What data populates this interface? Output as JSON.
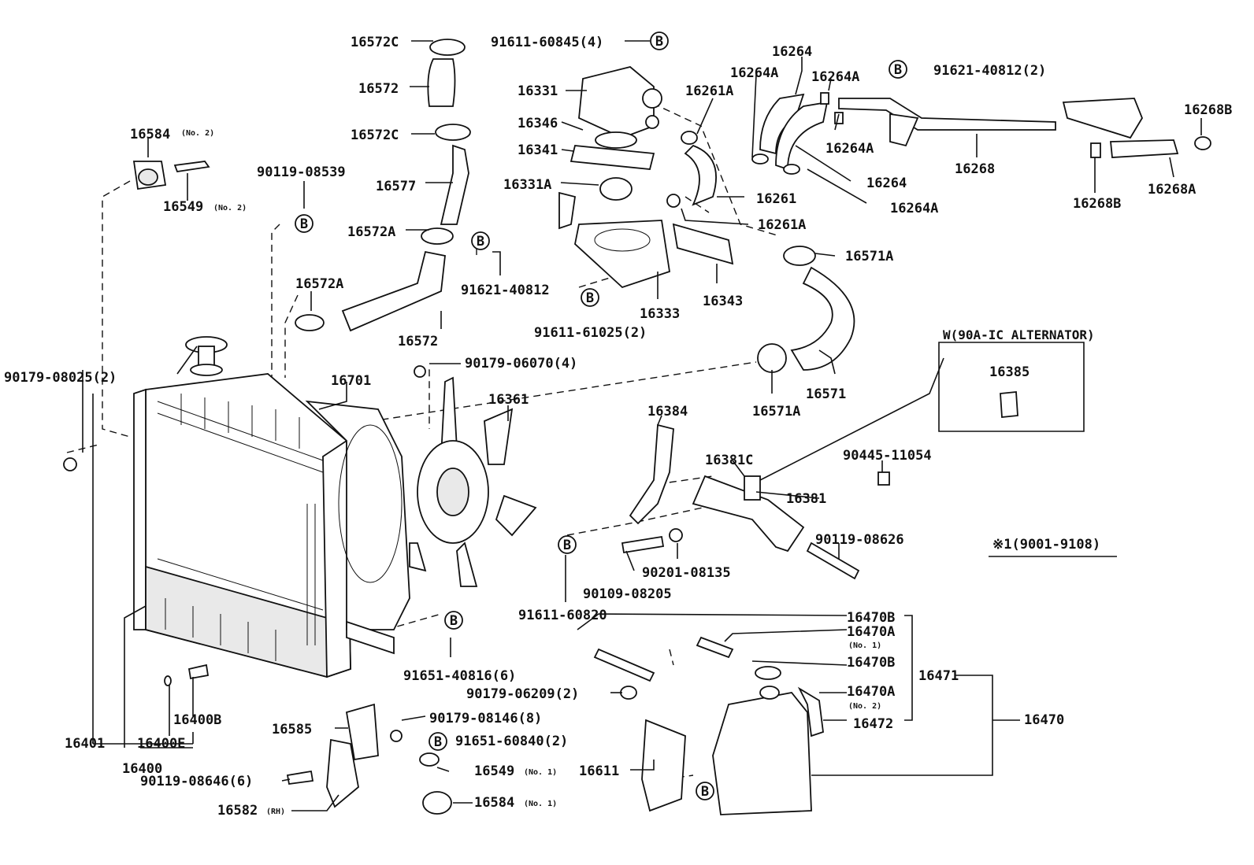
{
  "parts": {
    "p16572c_top": "16572C",
    "p16572_top": "16572",
    "p16572c_mid": "16572C",
    "p16577": "16577",
    "p16572a_upper": "16572A",
    "p16572a_left": "16572A",
    "p16572_lower": "16572",
    "p91611_60845": "91611-60845(4)",
    "p16331": "16331",
    "p16346": "16346",
    "p16341": "16341",
    "p16331a": "16331A",
    "p91621_40812_mid": "91621-40812",
    "p16333": "16333",
    "p91611_61025": "91611-61025(2)",
    "p16343": "16343",
    "p16261a_top": "16261A",
    "p16261": "16261",
    "p16261a_low": "16261A",
    "p16264_top": "16264",
    "p16264a_1": "16264A",
    "p16264a_2": "16264A",
    "p16264a_3": "16264A",
    "p16264_low": "16264",
    "p16264a_4": "16264A",
    "p91621_40812_top": "91621-40812(2)",
    "p16268": "16268",
    "p16268b_right": "16268B",
    "p16268b_low": "16268B",
    "p16268a": "16268A",
    "p16571a_top": "16571A",
    "p16571": "16571",
    "p16571a_low": "16571A",
    "p16584_no2": "16584",
    "p16584_no2_sfx": "(No. 2)",
    "p16549_no2": "16549",
    "p16549_no2_sfx": "(No. 2)",
    "p90119_08539": "90119-08539",
    "p90179_08025": "90179-08025(2)",
    "p16701": "16701",
    "p90179_06070": "90179-06070(4)",
    "p16361": "16361",
    "p16384": "16384",
    "p16381c": "16381C",
    "p90445_11054": "90445-11054",
    "p16381": "16381",
    "p90119_08626": "90119-08626",
    "p90201_08135": "90201-08135",
    "p90109_08205": "90109-08205",
    "p91611_60820": "91611-60820",
    "p91651_40816": "91651-40816(6)",
    "p16470b_1": "16470B",
    "p16470a_1": "16470A",
    "p16470a_1_sfx": "(No. 1)",
    "p16470b_2": "16470B",
    "p16471": "16471",
    "p16470a_2": "16470A",
    "p16470a_2_sfx": "(No. 2)",
    "p16472": "16472",
    "p16470": "16470",
    "p90179_06209": "90179-06209(2)",
    "p90179_08146": "90179-08146(8)",
    "p91651_60840": "91651-60840(2)",
    "p16585": "16585",
    "p16549_no1": "16549",
    "p16549_no1_sfx": "(No. 1)",
    "p16584_no1": "16584",
    "p16584_no1_sfx": "(No. 1)",
    "p16611": "16611",
    "p90119_08646": "90119-08646(6)",
    "p16582": "16582",
    "p16582_sfx": "(RH)",
    "p16400b": "16400B",
    "p16401": "16401",
    "p16400e": "16400E",
    "p16400": "16400"
  },
  "bolt_marker": "B",
  "alternator_box": {
    "title": "W(90A-IC ALTERNATOR)",
    "part": "16385"
  },
  "note": "※1(9001-9108)"
}
